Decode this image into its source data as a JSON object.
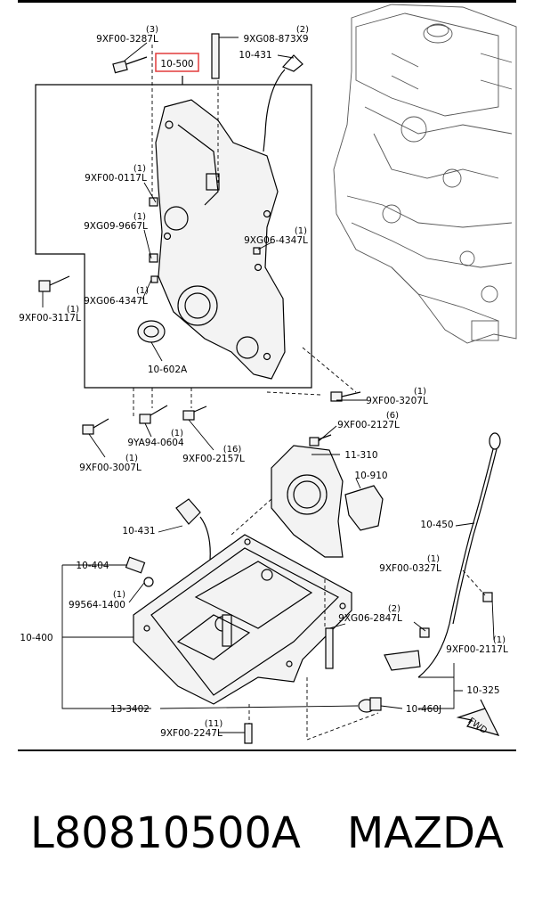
{
  "callouts": [
    {
      "id": "c1",
      "number": "9XF00-3287L",
      "qty": "(3)"
    },
    {
      "id": "c2",
      "number": "9XG08-873X9",
      "qty": "(2)"
    },
    {
      "id": "c3",
      "number": "10-500",
      "qty": "",
      "highlight": "#e23b3b"
    },
    {
      "id": "c4",
      "number": "10-431",
      "qty": ""
    },
    {
      "id": "c5",
      "number": "9XF00-0117L",
      "qty": "(1)"
    },
    {
      "id": "c6",
      "number": "9XG09-9667L",
      "qty": "(1)"
    },
    {
      "id": "c7",
      "number": "9XG06-4347L",
      "qty": "(1)"
    },
    {
      "id": "c8",
      "number": "9XG06-4347L",
      "qty": "(1)"
    },
    {
      "id": "c9",
      "number": "9XF00-3117L",
      "qty": "(1)"
    },
    {
      "id": "c10",
      "number": "10-602A",
      "qty": ""
    },
    {
      "id": "c11",
      "number": "9XF00-3207L",
      "qty": "(1)"
    },
    {
      "id": "c12",
      "number": "9XF00-2127L",
      "qty": "(6)"
    },
    {
      "id": "c13",
      "number": "9YA94-0604",
      "qty": "(1)"
    },
    {
      "id": "c14",
      "number": "9XF00-3007L",
      "qty": "(1)"
    },
    {
      "id": "c15",
      "number": "9XF00-2157L",
      "qty": "(16)"
    },
    {
      "id": "c16",
      "number": "11-310",
      "qty": ""
    },
    {
      "id": "c17",
      "number": "10-910",
      "qty": ""
    },
    {
      "id": "c18",
      "number": "10-431",
      "qty": ""
    },
    {
      "id": "c19",
      "number": "10-450",
      "qty": ""
    },
    {
      "id": "c20",
      "number": "10-404",
      "qty": ""
    },
    {
      "id": "c21",
      "number": "9XF00-0327L",
      "qty": "(1)"
    },
    {
      "id": "c22",
      "number": "99564-1400",
      "qty": "(1)"
    },
    {
      "id": "c23",
      "number": "9XG06-2847L",
      "qty": "(2)"
    },
    {
      "id": "c24",
      "number": "9XF00-2117L",
      "qty": "(1)"
    },
    {
      "id": "c25",
      "number": "10-400",
      "qty": ""
    },
    {
      "id": "c26",
      "number": "10-325",
      "qty": ""
    },
    {
      "id": "c27",
      "number": "13-3402",
      "qty": ""
    },
    {
      "id": "c28",
      "number": "10-460J",
      "qty": ""
    },
    {
      "id": "c29",
      "number": "9XF00-2247L",
      "qty": "(11)"
    }
  ],
  "fwd_label": "FWD",
  "footer": {
    "part_number": "L80810500A",
    "brand": "MAZDA"
  }
}
